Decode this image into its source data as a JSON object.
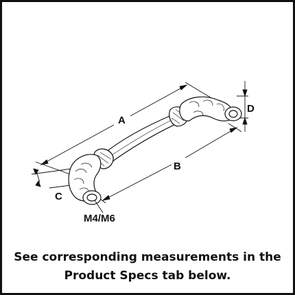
{
  "diagram": {
    "dimension_labels": {
      "a": "A",
      "b": "B",
      "c": "C",
      "d": "D"
    },
    "thread_label": "M4/M6"
  },
  "caption": {
    "line1": "See corresponding measurements in the",
    "line2": "Product Specs tab below."
  },
  "colors": {
    "line": "#111111",
    "background": "#ffffff",
    "handle_fill": "#ffffff"
  }
}
